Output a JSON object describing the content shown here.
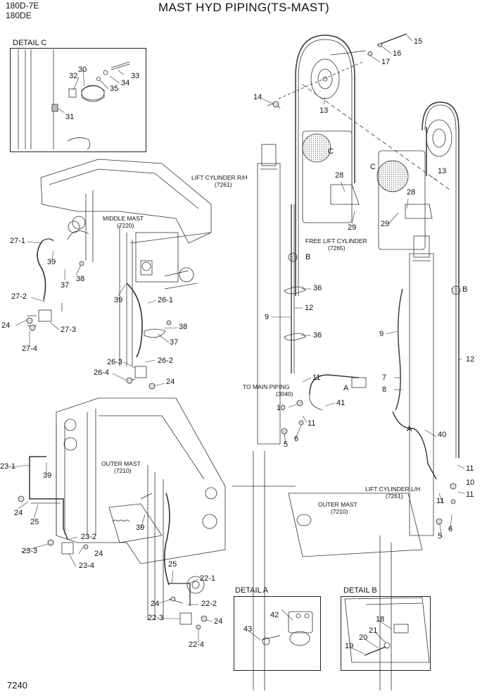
{
  "header": {
    "model_line1": "180D-7E",
    "model_line2": "180DE",
    "title": "MAST HYD PIPING(TS-MAST)"
  },
  "details": {
    "c": "DETAIL C",
    "a": "DETAIL A",
    "b": "DETAIL B"
  },
  "components": {
    "lift_cyl_rh": "LIFT CYLINDER R/H",
    "lift_cyl_rh_code": "(7261)",
    "middle_mast": "MIDDLE MAST",
    "middle_mast_code": "(7220)",
    "free_lift": "FREE LIFT CYLINDER",
    "free_lift_code": "(7265)",
    "to_main": "TO MAIN PIPING",
    "to_main_code": "(3040)",
    "outer_mast_left": "OUTER MAST",
    "outer_mast_left_code": "(7210)",
    "outer_mast_right": "OUTER MAST",
    "outer_mast_right_code": "(7210)",
    "lift_cyl_lh": "LIFT CYLINDER L/H",
    "lift_cyl_lh_code": "(7261)"
  },
  "letters": {
    "A": "A",
    "B": "B",
    "C": "C"
  },
  "parts": {
    "p15": "15",
    "p16": "16",
    "p17": "17",
    "p14": "14",
    "p13": "13",
    "p28": "28",
    "p29": "29",
    "p36": "36",
    "p9": "9",
    "p12": "12",
    "p11": "11",
    "p10": "10",
    "p41": "41",
    "p6": "6",
    "p5": "5",
    "p7": "7",
    "p8": "8",
    "p40": "40",
    "p30": "30",
    "p32": "32",
    "p33": "33",
    "p34": "34",
    "p35": "35",
    "p31": "31",
    "p27_1": "27-1",
    "p39": "39",
    "p37": "37",
    "p38": "38",
    "p27_2": "27-2",
    "p24": "24",
    "p27_3": "27-3",
    "p27_4": "27-4",
    "p26_1": "26-1",
    "p26_2": "26-2",
    "p26_3": "26-3",
    "p26_4": "26-4",
    "p23_1": "23-1",
    "p25": "25",
    "p23_2": "23-2",
    "p23_3": "23-3",
    "p23_4": "23-4",
    "p22_1": "22-1",
    "p22_2": "22-2",
    "p22_3": "22-3",
    "p22_4": "22-4",
    "p42": "42",
    "p43": "43",
    "p18": "18",
    "p19": "19",
    "p20": "20",
    "p21": "21"
  },
  "footer": {
    "page_number": "7240"
  }
}
